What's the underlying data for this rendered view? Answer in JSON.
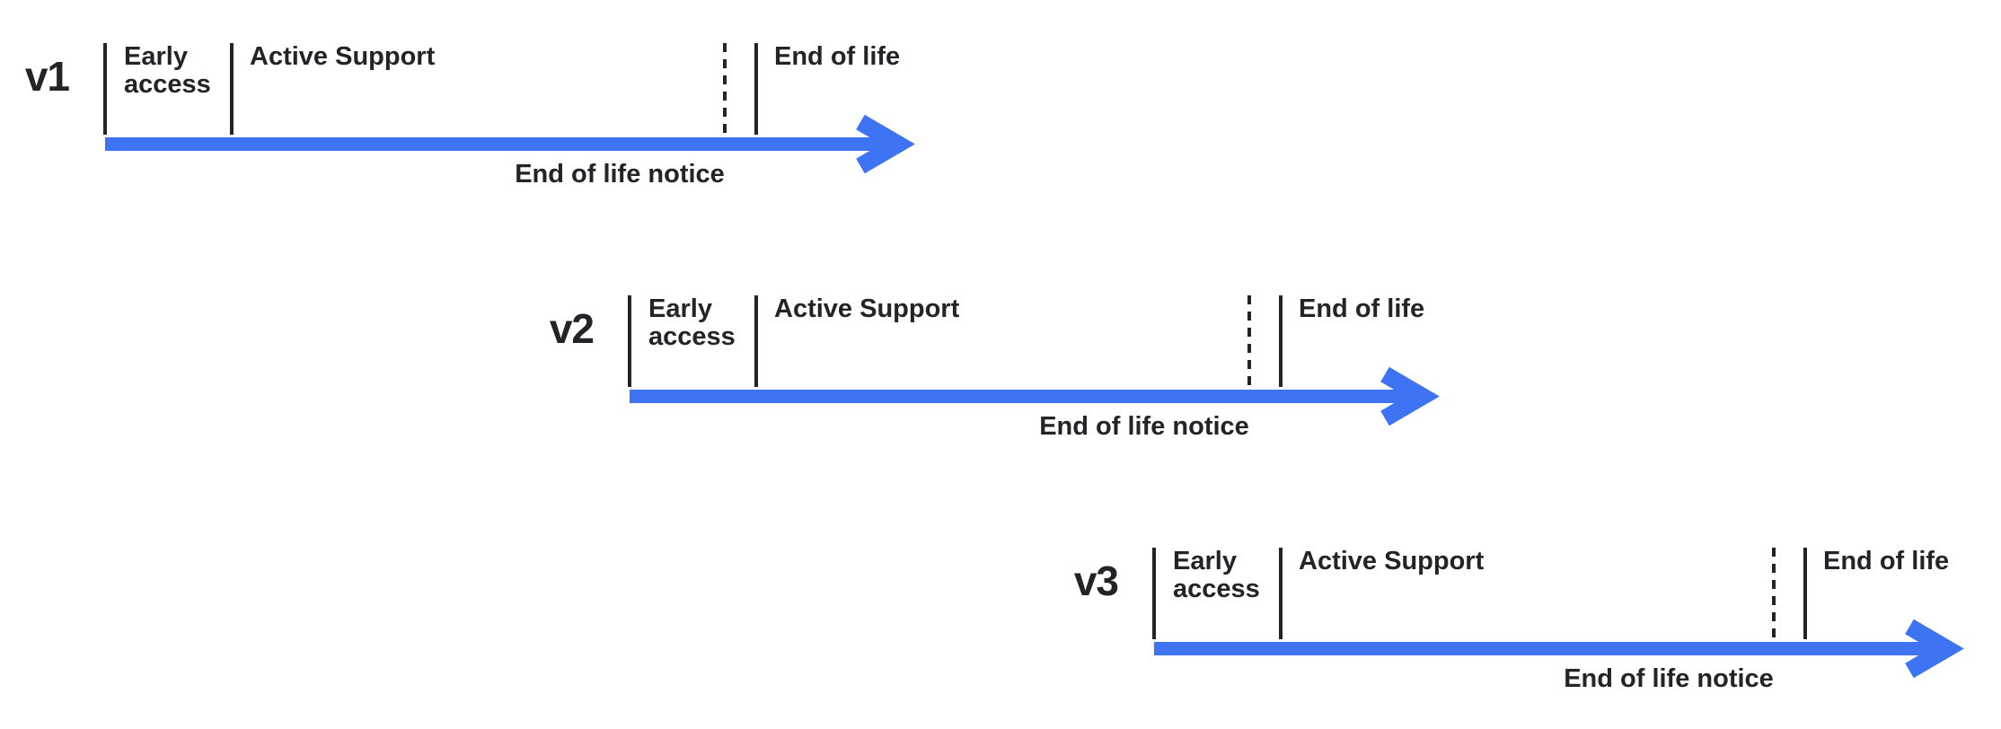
{
  "diagram": {
    "accent_color": "#3E74F3",
    "ink_color": "#222428",
    "phase_sequence": [
      "Early access",
      "Active Support",
      "End of life notice",
      "End of life"
    ],
    "timelines": [
      {
        "version": "v1",
        "early_access": "Early access",
        "active_support": "Active Support",
        "end_of_life": "End of life",
        "end_of_life_notice": "End of life notice"
      },
      {
        "version": "v2",
        "early_access": "Early access",
        "active_support": "Active Support",
        "end_of_life": "End of life",
        "end_of_life_notice": "End of life notice"
      },
      {
        "version": "v3",
        "early_access": "Early access",
        "active_support": "Active Support",
        "end_of_life": "End of life",
        "end_of_life_notice": "End of life notice"
      }
    ]
  }
}
